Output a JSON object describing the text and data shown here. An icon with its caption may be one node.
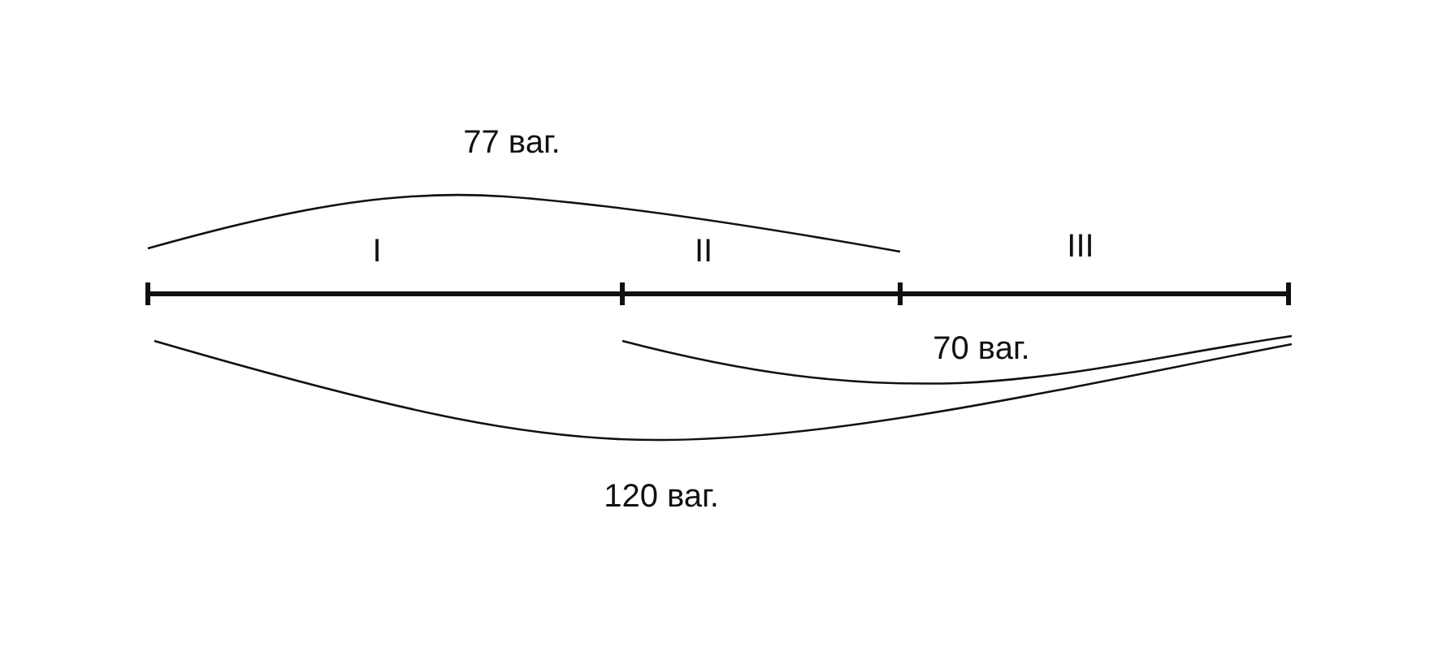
{
  "diagram": {
    "labels": [
      "77 ваг.",
      "I",
      "II",
      "III",
      "70 ваг.",
      "120 ваг."
    ]
  }
}
